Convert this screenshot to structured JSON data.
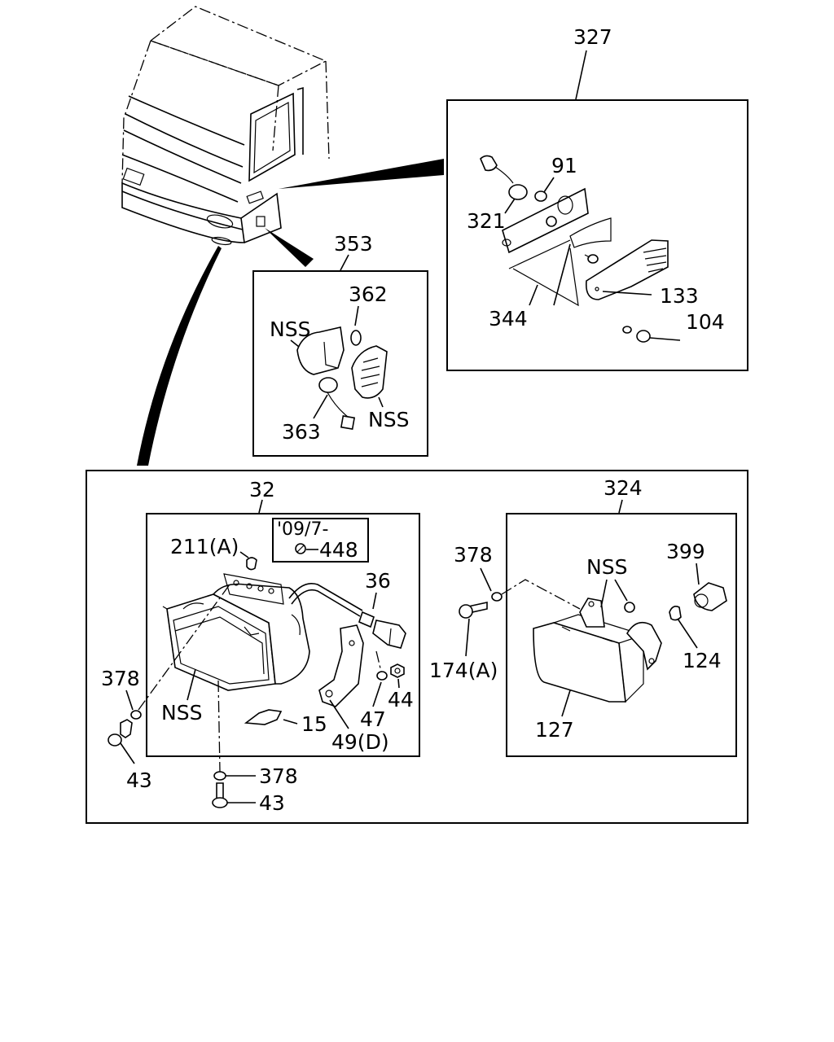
{
  "labels": {
    "l327": "327",
    "l91": "91",
    "l321": "321",
    "l344": "344",
    "l133": "133",
    "l104": "104",
    "l353": "353",
    "l362": "362",
    "lnss1": "NSS",
    "lnss2": "NSS",
    "l363": "363",
    "l32": "32",
    "l09": "'09/7-",
    "l448": "448",
    "l211": "211(A)",
    "l36": "36",
    "l378a": "378",
    "lnss3": "NSS",
    "l15": "15",
    "l47": "47",
    "l44": "44",
    "l49": "49(D)",
    "l43a": "43",
    "l378b": "378",
    "l43b": "43",
    "l324": "324",
    "l378c": "378",
    "lnss4": "NSS",
    "l399": "399",
    "l174": "174(A)",
    "l124": "124",
    "l127": "127"
  }
}
